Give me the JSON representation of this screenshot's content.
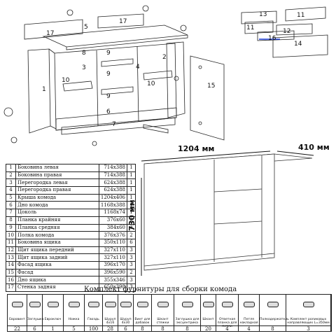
{
  "parts": [
    {
      "num": "1",
      "name": "Боковина левая",
      "size": "714x388",
      "qty": "1"
    },
    {
      "num": "2",
      "name": "Боковина правая",
      "size": "714x388",
      "qty": "1"
    },
    {
      "num": "3",
      "name": "Перегородка левая",
      "size": "624x388",
      "qty": "1"
    },
    {
      "num": "4",
      "name": "Перегородка правая",
      "size": "624x388",
      "qty": "1"
    },
    {
      "num": "5",
      "name": "Крыша комода",
      "size": "1204x406",
      "qty": "1"
    },
    {
      "num": "6",
      "name": "Дно комода",
      "size": "1168x388",
      "qty": "1"
    },
    {
      "num": "7",
      "name": "Цоколь",
      "size": "1168x74",
      "qty": "1"
    },
    {
      "num": "8",
      "name": "Планка крайняя",
      "size": "376x60",
      "qty": "2"
    },
    {
      "num": "9",
      "name": "Планка средняя",
      "size": "384x60",
      "qty": "3"
    },
    {
      "num": "10",
      "name": "Полка комода",
      "size": "376x376",
      "qty": "2"
    },
    {
      "num": "11",
      "name": "Боковина ящика",
      "size": "350x110",
      "qty": "6"
    },
    {
      "num": "12",
      "name": "Щит ящика передний",
      "size": "327x110",
      "qty": "3"
    },
    {
      "num": "13",
      "name": "Щит ящика задний",
      "size": "327x110",
      "qty": "3"
    },
    {
      "num": "14",
      "name": "Фасад ящика",
      "size": "396x170",
      "qty": "3"
    },
    {
      "num": "15",
      "name": "Фасад",
      "size": "396x590",
      "qty": "2"
    },
    {
      "num": "16",
      "name": "Дно ящика",
      "size": "355x346",
      "qty": "3"
    },
    {
      "num": "17",
      "name": "Стенка задняя",
      "size": "650x398",
      "qty": "3"
    }
  ],
  "dimensions": {
    "width": "1204 мм",
    "depth": "410 мм",
    "height": "730 мм"
  },
  "diagram_labels": {
    "main": [
      "17",
      "5",
      "17",
      "1",
      "3",
      "4",
      "8",
      "9",
      "9",
      "10",
      "10",
      "2",
      "6",
      "7",
      "9",
      "15"
    ],
    "drawer": [
      "13",
      "11",
      "11",
      "12",
      "16",
      "14"
    ]
  },
  "hardware": {
    "title": "Комплект фурнитуры для сборки комода",
    "items": [
      {
        "label": "Евровинт",
        "qty": "22",
        "icon": "euroscrew-icon"
      },
      {
        "label": "Заглушка",
        "qty": "6",
        "icon": "cap-icon"
      },
      {
        "label": "Евроключ",
        "qty": "1",
        "icon": "euro-key-icon"
      },
      {
        "label": "Ножка",
        "qty": "5",
        "icon": "leg-icon"
      },
      {
        "label": "Гвоздь",
        "qty": "100",
        "icon": "nail-icon"
      },
      {
        "label": "Шуруп 4х16",
        "qty": "28",
        "icon": "screw-short-icon"
      },
      {
        "label": "Шуруп 4х30",
        "qty": "6",
        "icon": "screw-long-icon"
      },
      {
        "label": "Винт для добавок",
        "qty": "8",
        "icon": "bolt-icon"
      },
      {
        "label": "Шкант стяжки",
        "qty": "8",
        "icon": "dowel-icon"
      },
      {
        "label": "Заглушка для эксцентрика",
        "qty": "8",
        "icon": "eccentric-cap-icon"
      },
      {
        "label": "Шкант",
        "qty": "20",
        "icon": "wood-dowel-icon"
      },
      {
        "label": "Ответная планка для петли",
        "qty": "4",
        "icon": "hinge-plate-icon"
      },
      {
        "label": "Петля накладная",
        "qty": "4",
        "icon": "hinge-icon"
      },
      {
        "label": "Полкодержатель",
        "qty": "8",
        "icon": "shelf-support-icon"
      },
      {
        "label": "Комплект роликовых направляющих L=350мм",
        "qty": "3",
        "icon": "drawer-slide-icon"
      }
    ]
  }
}
